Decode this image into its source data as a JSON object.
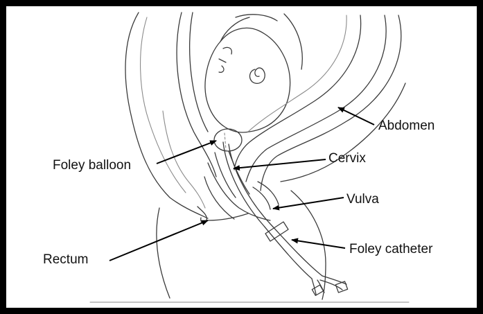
{
  "labels": {
    "abdomen": "Abdomen",
    "foley_balloon": "Foley balloon",
    "cervix": "Cervix",
    "vulva": "Vulva",
    "rectum": "Rectum",
    "foley_catheter": "Foley catheter"
  },
  "colors": {
    "frame": "#000000",
    "line": "#3a3a3a",
    "text": "#111111",
    "background": "#ffffff"
  }
}
